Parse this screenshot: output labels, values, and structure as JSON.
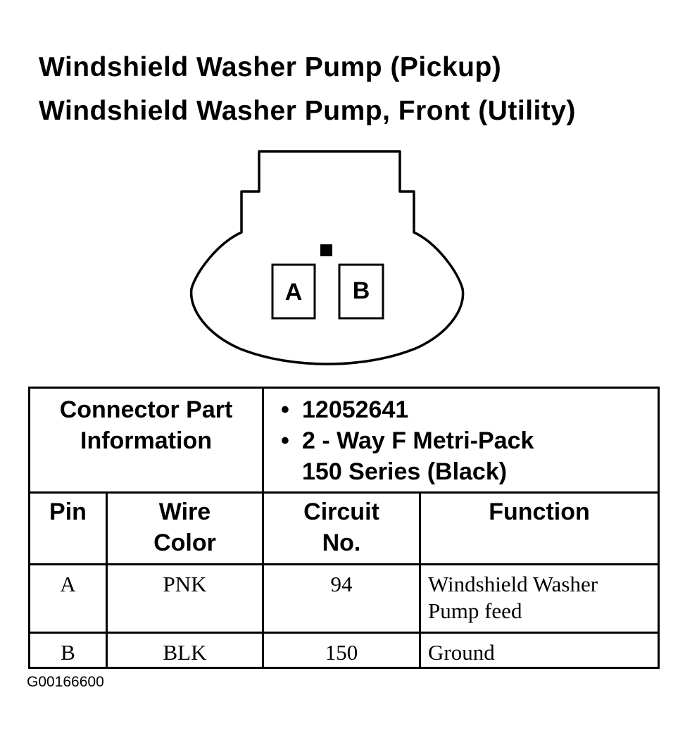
{
  "titles": [
    "Windshield Washer Pump (Pickup)",
    "Windshield Washer Pump, Front (Utility)"
  ],
  "connector": {
    "pin_labels": [
      "A",
      "B"
    ]
  },
  "part_info": {
    "label_lines": [
      "Connector Part",
      "Information"
    ],
    "bullet": "•",
    "items": [
      {
        "lines": [
          "12052641"
        ]
      },
      {
        "lines": [
          "2 - Way F Metri-Pack",
          "150 Series (Black)"
        ]
      }
    ]
  },
  "table": {
    "headers": [
      {
        "lines": [
          "Pin"
        ]
      },
      {
        "lines": [
          "Wire",
          "Color"
        ]
      },
      {
        "lines": [
          "Circuit",
          "No."
        ]
      },
      {
        "lines": [
          "Function"
        ]
      }
    ],
    "rows": [
      {
        "pin": "A",
        "wire_color": "PNK",
        "circuit": "94",
        "function_lines": [
          "Windshield Washer",
          "Pump feed"
        ]
      },
      {
        "pin": "B",
        "wire_color": "BLK",
        "circuit": "150",
        "function_lines": [
          "Ground"
        ]
      }
    ]
  },
  "figure_code": "G00166600"
}
